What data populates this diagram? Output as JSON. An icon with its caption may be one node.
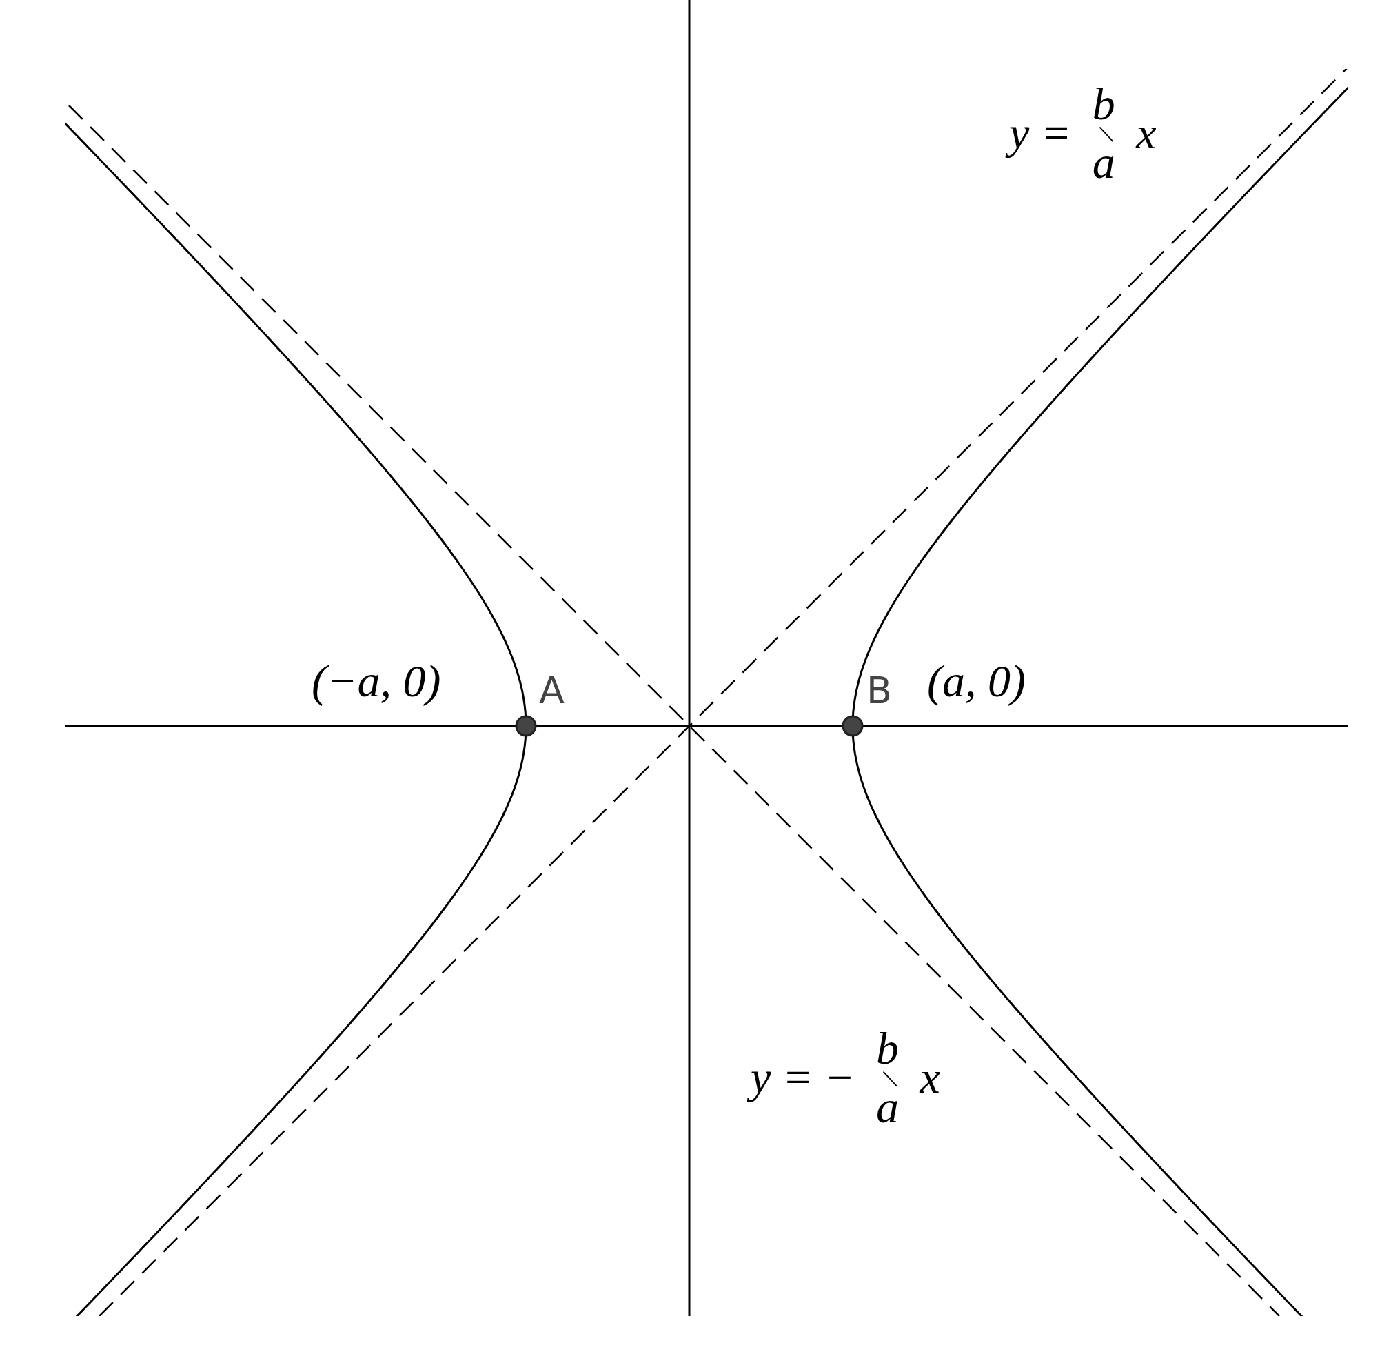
{
  "diagram": {
    "labels": [
      "y = b/a x",
      "(−a, 0)",
      "A",
      "B",
      "(a, 0)",
      "y = − b/a x"
    ]
  }
}
